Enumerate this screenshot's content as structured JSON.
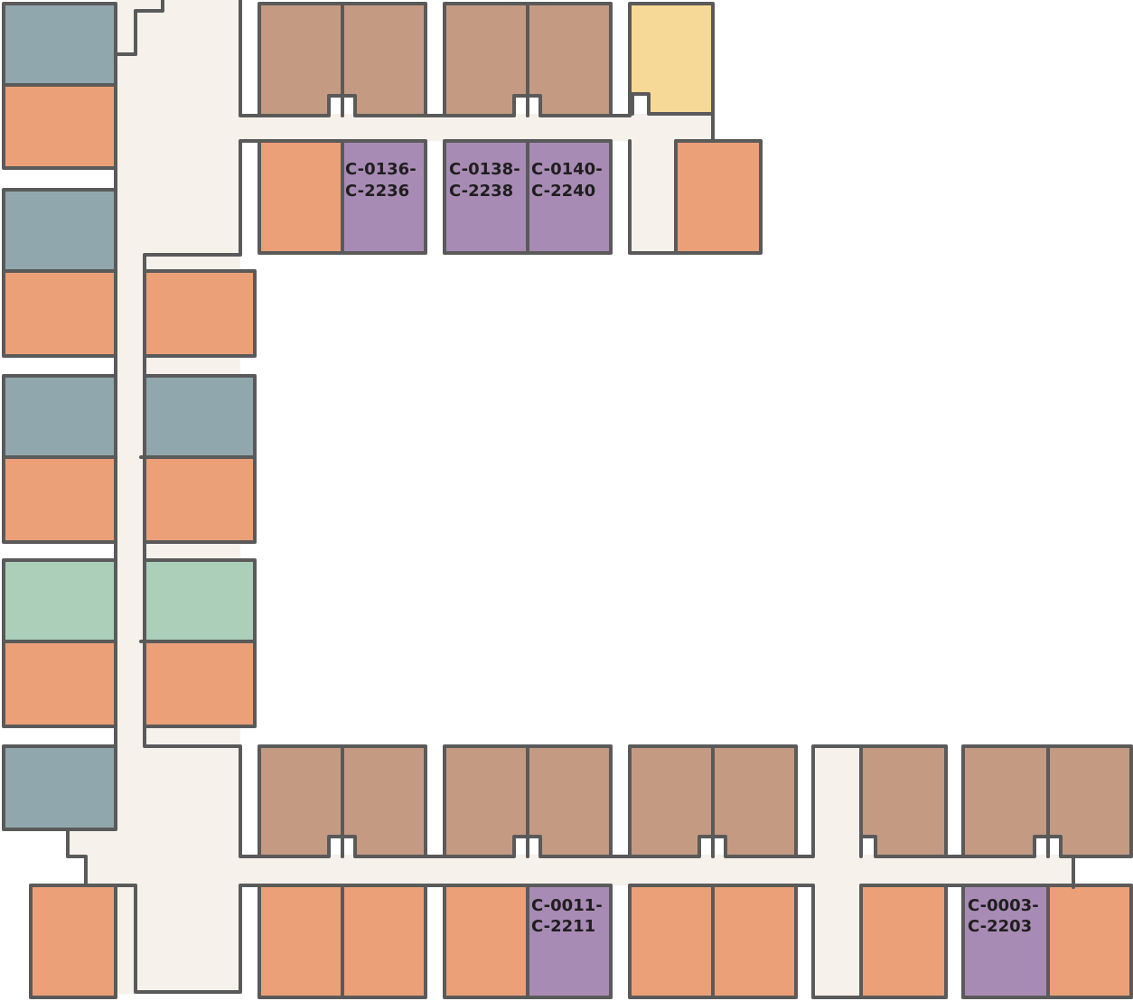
{
  "colors": {
    "corridor": "#f6f1eb",
    "wall": "#5a5a5a",
    "orange": "#eba078",
    "tan": "#c49b82",
    "slate": "#91a7ae",
    "mint": "#abcfb9",
    "yellow": "#f6d996",
    "purple": "#a88bb4"
  },
  "units": [
    {
      "color": "purple",
      "line1": "C-0136-",
      "line2": "C-2236"
    },
    {
      "color": "purple",
      "line1": "C-0138-",
      "line2": "C-2238"
    },
    {
      "color": "purple",
      "line1": "C-0140-",
      "line2": "C-2240"
    },
    {
      "color": "purple",
      "line1": "C-0011-",
      "line2": "C-2211"
    },
    {
      "color": "purple",
      "line1": "C-0003-",
      "line2": "C-2203"
    }
  ]
}
